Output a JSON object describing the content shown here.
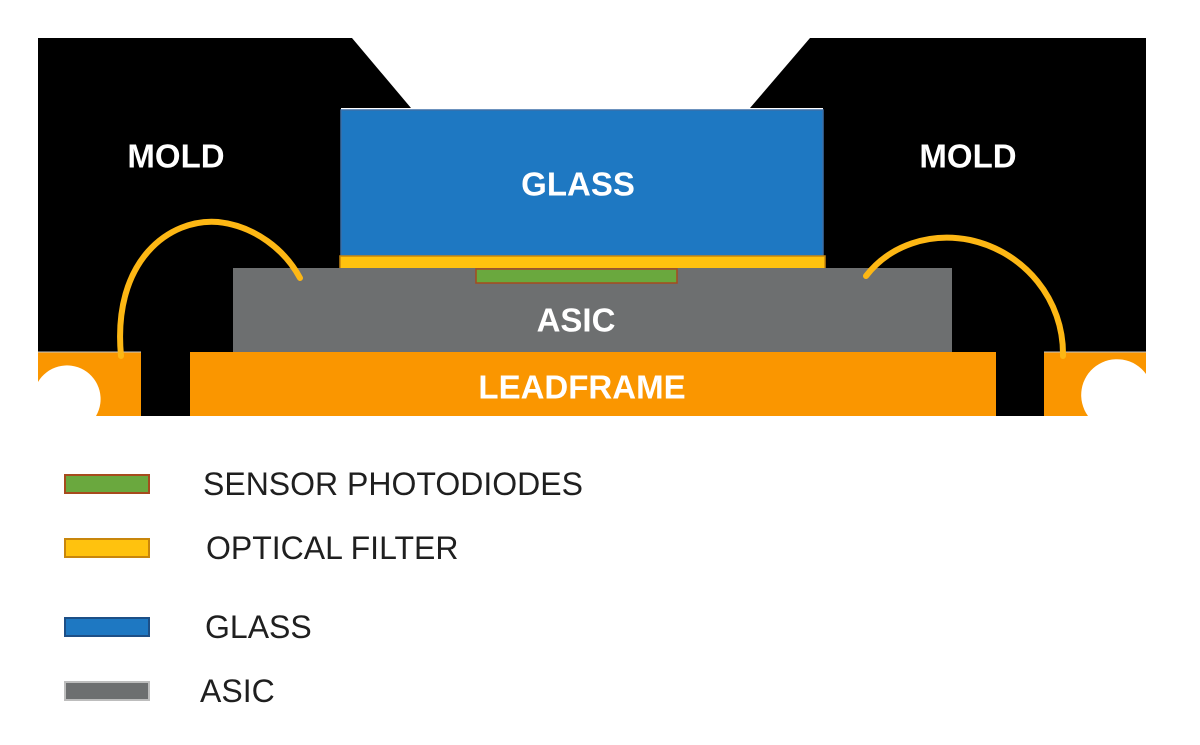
{
  "diagram": {
    "labels": {
      "mold_left": "MOLD",
      "mold_right": "MOLD",
      "glass": "GLASS",
      "asic": "ASIC",
      "leadframe": "LEADFRAME"
    },
    "colors": {
      "mold": "#000000",
      "glass": "#1e78c2",
      "optical_filter": "#ffc20e",
      "sensor_photodiodes": "#6aa83e",
      "asic": "#6d6f70",
      "leadframe": "#fa9600",
      "bond_wire": "#fdb714"
    }
  },
  "legend": {
    "items": [
      {
        "label": "SENSOR PHOTODIODES",
        "swatch_color": "#6aa83e",
        "swatch_border": "#a64b1d"
      },
      {
        "label": "OPTICAL FILTER",
        "swatch_color": "#ffc20e",
        "swatch_border": "#c8860c"
      },
      {
        "label": "GLASS",
        "swatch_color": "#1e78c2",
        "swatch_border": "#1d4f86"
      },
      {
        "label": "ASIC",
        "swatch_color": "#6d6f70",
        "swatch_border": "#bdbdbd"
      }
    ]
  }
}
